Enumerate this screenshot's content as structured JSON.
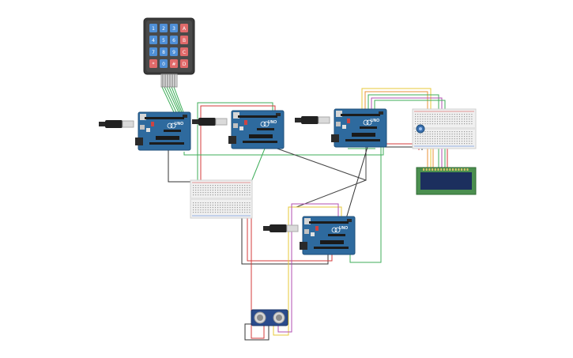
{
  "keypad": {
    "rows": [
      [
        "1",
        "2",
        "3",
        "A"
      ],
      [
        "4",
        "5",
        "6",
        "B"
      ],
      [
        "7",
        "8",
        "9",
        "C"
      ],
      [
        "*",
        "0",
        "#",
        "D"
      ]
    ]
  },
  "board": {
    "model": "UNO"
  },
  "colors": {
    "board": "#2e6a9e",
    "board_dark": "#1f4f7a",
    "wire_green": "#3fae5a",
    "wire_red": "#d53b3b",
    "wire_black": "#333333",
    "wire_yellow": "#e7c83a",
    "wire_purple": "#b24fb0",
    "wire_orange": "#e8913a",
    "lcd_bezel": "#4b8f4f",
    "lcd_screen": "#1c2f5e"
  }
}
